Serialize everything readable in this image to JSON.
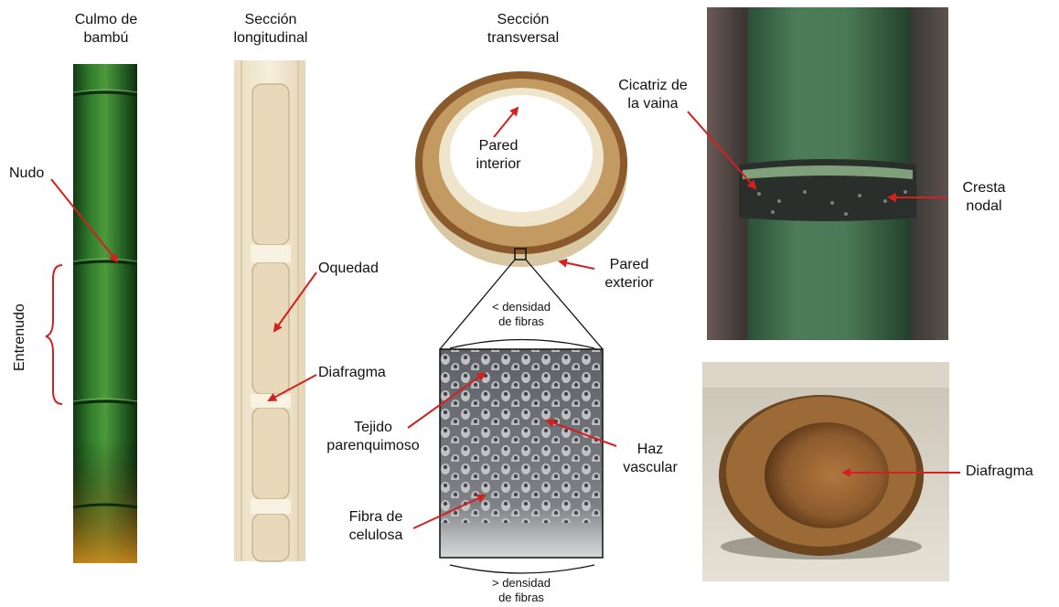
{
  "headers": {
    "culm": "Culmo de\nbambú",
    "longitudinal": "Sección\nlongitudinal",
    "transverse": "Sección\ntransversal"
  },
  "labels": {
    "nudo": "Nudo",
    "entrenudo": "Entrenudo",
    "oquedad": "Oquedad",
    "diafragma_long": "Diafragma",
    "pared_interior": "Pared\ninterior",
    "pared_exterior": "Pared\nexterior",
    "menor_densidad": "< densidad\nde fibras",
    "mayor_densidad": "> densidad\nde fibras",
    "tejido": "Tejido\nparenquimoso",
    "haz": "Haz\nvascular",
    "fibra": "Fibra de\ncelulosa",
    "cicatriz": "Cicatriz de\nla vaina",
    "cresta": "Cresta\nnodal",
    "diafragma_photo": "Diafragma"
  },
  "colors": {
    "arrow": "#d42020",
    "bamboo_green": "#2f6a2a",
    "bamboo_dark": "#17401a",
    "wood_light": "#efe4cc",
    "ring_brown": "#8a5a2c",
    "microscope_gray": "#6d7075",
    "background": "#ffffff"
  }
}
